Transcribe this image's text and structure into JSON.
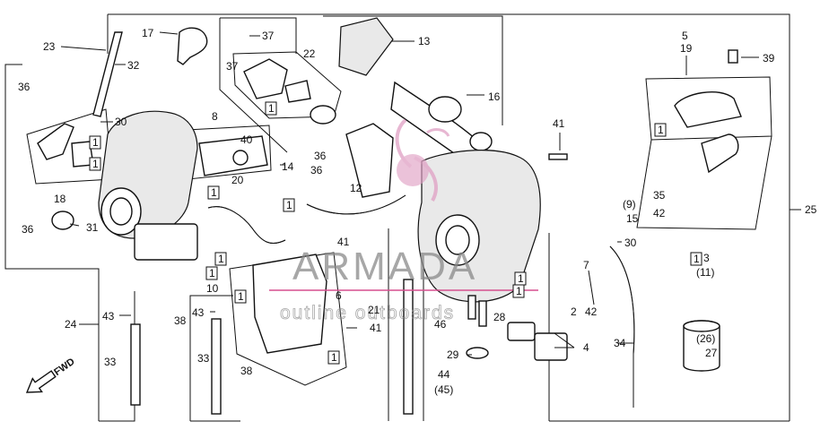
{
  "watermark": {
    "brand": "ARMADA",
    "subtitle": "outline outboards"
  },
  "direction_badge": "FWD",
  "part_labels": [
    {
      "id": "p23",
      "text": "23"
    },
    {
      "id": "p32",
      "text": "32"
    },
    {
      "id": "p17",
      "text": "17"
    },
    {
      "id": "p37a",
      "text": "37"
    },
    {
      "id": "p37b",
      "text": "37"
    },
    {
      "id": "p22",
      "text": "22"
    },
    {
      "id": "p13",
      "text": "13"
    },
    {
      "id": "p5",
      "text": "5"
    },
    {
      "id": "p19",
      "text": "19"
    },
    {
      "id": "p39",
      "text": "39"
    },
    {
      "id": "p36a",
      "text": "36"
    },
    {
      "id": "p30a",
      "text": "30"
    },
    {
      "id": "p8",
      "text": "8"
    },
    {
      "id": "p40",
      "text": "40"
    },
    {
      "id": "p14",
      "text": "14"
    },
    {
      "id": "p16",
      "text": "16"
    },
    {
      "id": "p41a",
      "text": "41"
    },
    {
      "id": "p36b",
      "text": "36"
    },
    {
      "id": "p36c",
      "text": "36"
    },
    {
      "id": "p12",
      "text": "12"
    },
    {
      "id": "p18",
      "text": "18"
    },
    {
      "id": "p20",
      "text": "20"
    },
    {
      "id": "p35",
      "text": "35"
    },
    {
      "id": "p9",
      "text": "(9)"
    },
    {
      "id": "p15",
      "text": "15"
    },
    {
      "id": "p42a",
      "text": "42"
    },
    {
      "id": "p25",
      "text": "25"
    },
    {
      "id": "p36d",
      "text": "36"
    },
    {
      "id": "p31",
      "text": "31"
    },
    {
      "id": "p41b",
      "text": "41"
    },
    {
      "id": "p30b",
      "text": "30"
    },
    {
      "id": "p7",
      "text": "7"
    },
    {
      "id": "p3",
      "text": "3"
    },
    {
      "id": "p11",
      "text": "(11)"
    },
    {
      "id": "p10",
      "text": "10"
    },
    {
      "id": "p6",
      "text": "6"
    },
    {
      "id": "p21",
      "text": "21"
    },
    {
      "id": "p46",
      "text": "46"
    },
    {
      "id": "p28",
      "text": "28"
    },
    {
      "id": "p42b",
      "text": "42"
    },
    {
      "id": "p2",
      "text": "2"
    },
    {
      "id": "p24",
      "text": "24"
    },
    {
      "id": "p43a",
      "text": "43"
    },
    {
      "id": "p38a",
      "text": "38"
    },
    {
      "id": "p43b",
      "text": "43"
    },
    {
      "id": "p41c",
      "text": "41"
    },
    {
      "id": "p29",
      "text": "29"
    },
    {
      "id": "p4",
      "text": "4"
    },
    {
      "id": "p34",
      "text": "34"
    },
    {
      "id": "p26",
      "text": "(26)"
    },
    {
      "id": "p27",
      "text": "27"
    },
    {
      "id": "p33a",
      "text": "33"
    },
    {
      "id": "p33b",
      "text": "33"
    },
    {
      "id": "p38b",
      "text": "38"
    },
    {
      "id": "p44",
      "text": "44"
    },
    {
      "id": "p45",
      "text": "(45)"
    }
  ],
  "box_labels": [
    "1",
    "1",
    "1",
    "1",
    "1",
    "1",
    "1",
    "1",
    "1",
    "1",
    "1",
    "1",
    "1"
  ]
}
